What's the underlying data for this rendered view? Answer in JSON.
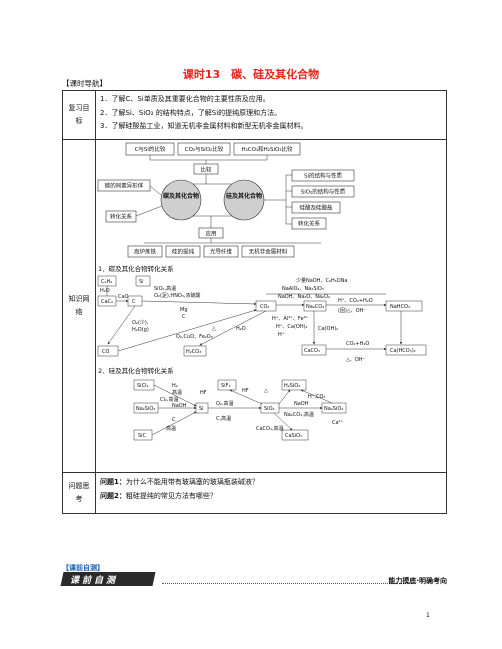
{
  "title": "课时13　碳、硅及其化合物",
  "guide_label": "【课时导航】",
  "review": {
    "label": "复习目标",
    "items": [
      "1．了解C、Si单质及其重要化合物的主要性质及应用。",
      "2．了解Si、SiO₂ 的结构特点，了解Si的提纯原理和方法。",
      "3．了解硅酸盐工业，知道无机非金属材料和新型无机非金属材料。"
    ]
  },
  "network": {
    "label": "知识网络",
    "mindmap": {
      "top": [
        "C与Si的比较",
        "CO₂与SiO₂比较",
        "H₂CO₃和H₂SiO₃比较"
      ],
      "compare": "比较",
      "left_center": "碳及其化合物",
      "right_center": "硅及其化合物",
      "left": [
        "碳的同素异形体",
        "转化关系"
      ],
      "right": [
        "Si的结构与性质",
        "SiO₂的结构与性质",
        "硅酸及硅酸盐",
        "转化关系"
      ],
      "apply": "应用",
      "bottom": [
        "高炉炼铁",
        "硅的提纯",
        "光导纤维",
        "无机非金属材料"
      ]
    },
    "section1_title": "1．碳及其化合物转化关系",
    "carbon": {
      "nodes": [
        "C₂H₂",
        "Si",
        "H₂O",
        "CaC₂",
        "CaO",
        "C",
        "CO",
        "CO₂",
        "H₂CO₃",
        "Na₂CO₃",
        "NaHCO₃",
        "Ca(HCO₃)₂",
        "CaCO₃"
      ],
      "labels": [
        "SiO₂,高温",
        "O₂(足),HNO₃,浓硫酸",
        "Mg",
        "C",
        "O₂(少),",
        "H₂O(g)",
        "O₂,CuO、Fe₂O₃",
        "少量NaOH、C₆H₅ONa",
        "NaAlO₂、Na₂SiO₃",
        "NaOH、Na₂O、Na₂O₂",
        "H⁺、CO₂+H₂O",
        "(固)△、OH⁻",
        "H⁺、Al³⁺、Fe³⁺",
        "H⁺、Ca(OH)₂",
        "H⁺",
        "△",
        "H₂O",
        "Ca(OH)₂",
        "CO₂+H₂O",
        "△、OH⁻"
      ]
    },
    "section2_title": "2．硅及其化合物转化关系",
    "silicon": {
      "nodes": [
        "SiCl₄",
        "SiF₄",
        "H₂SiO₃",
        "Na₂SiO₃",
        "Si",
        "SiO₂",
        "Na₂SiO₃",
        "SiC",
        "CaSiO₃"
      ],
      "labels": [
        "H₂",
        "高温",
        "HF",
        "Cl₂,高温",
        "NaOH",
        "C",
        "高温",
        "C,高温",
        "O₂,高温",
        "HF",
        "△",
        "H⁺,CO₂",
        "NaOH",
        "Na₂CO₃,高温",
        "CaCO₃,高温",
        "Ca²⁺"
      ]
    }
  },
  "questions": {
    "label": "问题思考",
    "items": [
      {
        "tag": "问题1：",
        "text": "为什么不能用带有玻璃塞的玻璃瓶装碱液？"
      },
      {
        "tag": "问题2：",
        "text": "粗硅提纯的常见方法有哪些？"
      }
    ]
  },
  "banner": {
    "tag": "【课前自测】",
    "text": "课前自测",
    "right": "能力摸底·明确考向"
  },
  "page_number": "1"
}
